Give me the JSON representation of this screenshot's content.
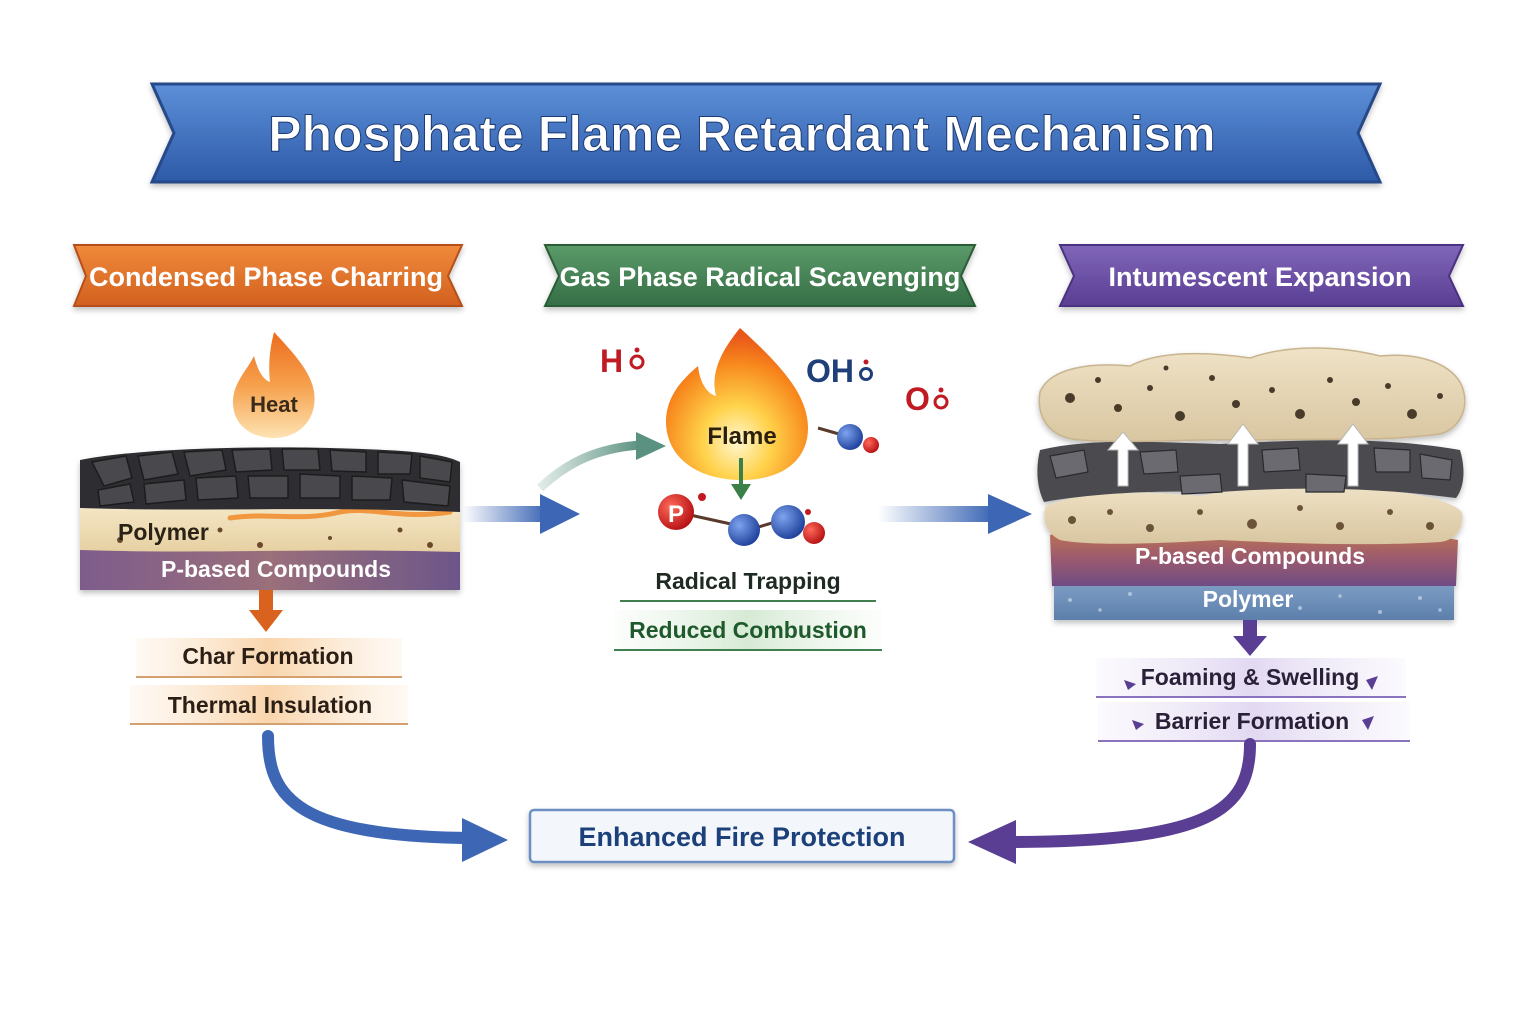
{
  "title": "Phosphate Flame Retardant Mechanism",
  "panels": {
    "condensed": {
      "header": "Condensed Phase Charring",
      "heat_label": "Heat",
      "polymer_label": "Polymer",
      "p_label": "P-based Compounds",
      "results": [
        "Char Formation",
        "Thermal Insulation"
      ]
    },
    "gas": {
      "header": "Gas Phase Radical Scavenging",
      "flame_label": "Flame",
      "radicals": [
        "H",
        "OH",
        "O"
      ],
      "p_atom": "P",
      "results": [
        "Radical Trapping",
        "Reduced Combustion"
      ]
    },
    "intumescent": {
      "header": "Intumescent Expansion",
      "p_label": "P-based Compounds",
      "polymer_label": "Polymer",
      "results": [
        "Foaming & Swelling",
        "Barrier Formation"
      ]
    }
  },
  "outcome": "Enhanced Fire Protection",
  "colors": {
    "title_blue": "#3f6fc0",
    "orange": "#e0742c",
    "green": "#3f8050",
    "purple": "#6a4ea4",
    "navy": "#1f3f7a",
    "radical_red": "#c01a22"
  }
}
